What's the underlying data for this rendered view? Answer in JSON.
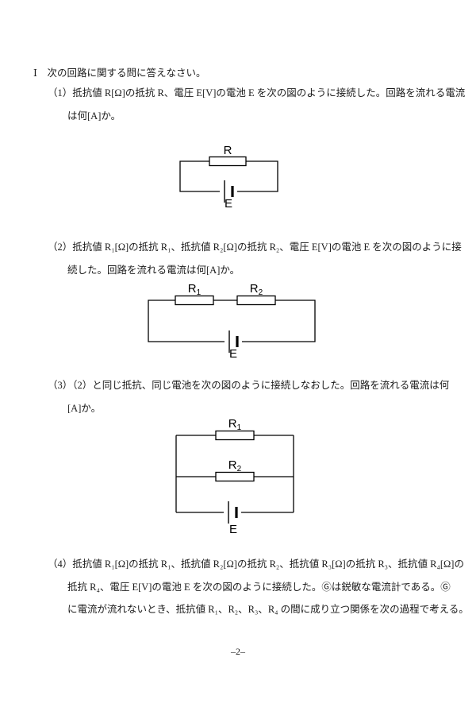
{
  "document": {
    "title": "Ⅰ　次の回路に関する問に答えなさい。",
    "page_number": "–2–"
  },
  "problems": {
    "p1": {
      "lines": [
        "（1）抵抗値 R[Ω]の抵抗 R、電圧 E[V]の電池 E を次の図のように接続した。回路を流れる電流",
        "は何[A]か。"
      ]
    },
    "p2": {
      "lines": [
        "（2）抵抗値 R₁[Ω]の抵抗 R₁、抵抗値 R₂[Ω]の抵抗 R₂、電圧 E[V]の電池 E を次の図のように接",
        "続した。回路を流れる電流は何[A]か。"
      ]
    },
    "p3": {
      "lines": [
        "（3）（2）と同じ抵抗、同じ電池を次の図のように接続しなおした。回路を流れる電流は何",
        "[A]か。"
      ]
    },
    "p4": {
      "lines": [
        "（4）抵抗値 R₁[Ω]の抵抗 R₁、抵抗値 R₂[Ω]の抵抗 R₂、抵抗値 R₃[Ω]の抵抗 R₃、抵抗値 R₄[Ω]の",
        "抵抗 R₄、電圧 E[V]の電池 E を次の図のように接続した。Ⓖは鋭敏な電流計である。Ⓖ",
        "に電流が流れないとき、抵抗値 R₁、R₂、R₃、R₄ の間に成り立つ関係を次の過程で考える。"
      ]
    }
  },
  "circuits": {
    "c1": {
      "resistor_label": "R",
      "battery_label": "E"
    },
    "c2": {
      "r1_base": "R",
      "r1_sub": "1",
      "r2_base": "R",
      "r2_sub": "2",
      "battery_label": "E"
    },
    "c3": {
      "r1_base": "R",
      "r1_sub": "1",
      "r2_base": "R",
      "r2_sub": "2",
      "battery_label": "E"
    }
  }
}
